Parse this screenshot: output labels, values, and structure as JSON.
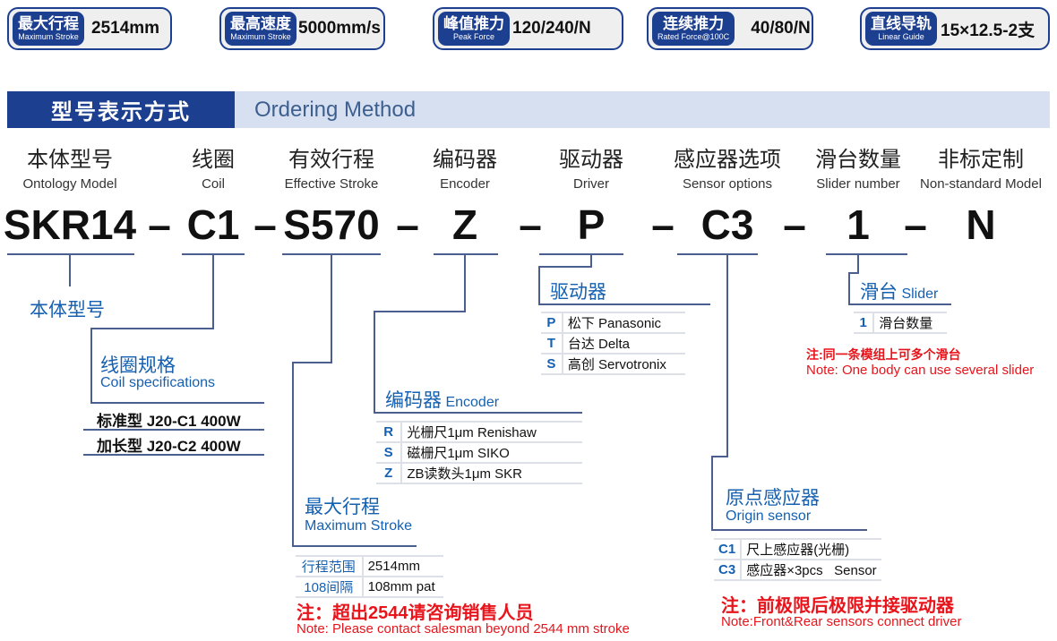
{
  "badges": [
    {
      "cn": "最大行程",
      "en": "Maximum Stroke",
      "value": "2514mm"
    },
    {
      "cn": "最高速度",
      "en": "Maximum Stroke",
      "value": "5000mm/s"
    },
    {
      "cn": "峰值推力",
      "en": "Peak Force",
      "value": "120/240/N"
    },
    {
      "cn": "连续推力",
      "en": "Rated Force@100C",
      "value": "40/80/N"
    },
    {
      "cn": "直线导轨",
      "en": "Linear Guide",
      "value": "15×12.5-2支"
    }
  ],
  "header": {
    "cn": "型号表示方式",
    "en": "Ordering Method"
  },
  "columns": [
    {
      "cn": "本体型号",
      "en": "Ontology Model"
    },
    {
      "cn": "线圈",
      "en": "Coil"
    },
    {
      "cn": "有效行程",
      "en": "Effective Stroke"
    },
    {
      "cn": "编码器",
      "en": "Encoder"
    },
    {
      "cn": "驱动器",
      "en": "Driver"
    },
    {
      "cn": "感应器选项",
      "en": "Sensor options"
    },
    {
      "cn": "滑台数量",
      "en": "Slider number"
    },
    {
      "cn": "非标定制",
      "en": "Non-standard Model"
    }
  ],
  "code": {
    "parts": [
      "SKR14",
      "C1",
      "S570",
      "Z",
      "P",
      "C3",
      "1",
      "N"
    ],
    "sep": "–"
  },
  "body": {
    "label": "本体型号"
  },
  "coil": {
    "cn": "线圈规格",
    "en": "Coil specifications",
    "rows": [
      "标准型 J20-C1 400W",
      "加长型 J20-C2 400W"
    ]
  },
  "stroke": {
    "cn": "最大行程",
    "en": "Maximum Stroke",
    "rows": [
      {
        "k": "行程范围",
        "v": "2514mm"
      },
      {
        "k": "108间隔",
        "v": "108mm pat"
      }
    ],
    "note_cn": "注：超出2544请咨询销售人员",
    "note_en": "Note: Please contact salesman beyond 2544 mm stroke"
  },
  "encoder": {
    "cn": "编码器",
    "en": "Encoder",
    "rows": [
      {
        "k": "R",
        "v": "光栅尺1μm Renishaw"
      },
      {
        "k": "S",
        "v": "磁栅尺1μm SIKO"
      },
      {
        "k": "Z",
        "v": "ZB读数头1μm SKR"
      }
    ]
  },
  "driver": {
    "cn": "驱动器",
    "rows": [
      {
        "k": "P",
        "v": "松下 Panasonic"
      },
      {
        "k": "T",
        "v": "台达 Delta"
      },
      {
        "k": "S",
        "v": "高创 Servotronix"
      }
    ]
  },
  "sensor": {
    "cn": "原点感应器",
    "en": "Origin sensor",
    "rows": [
      {
        "k": "C1",
        "v": "尺上感应器(光栅)"
      },
      {
        "k": "C3",
        "v": "感应器×3pcs   Sensor"
      }
    ],
    "note_cn": "注：前极限后极限并接驱动器",
    "note_en": "Note:Front&Rear sensors connect driver"
  },
  "slider": {
    "cn": "滑台",
    "en": "Slider",
    "rows": [
      {
        "k": "1",
        "v": "滑台数量"
      }
    ],
    "note_cn": "注:同一条模组上可多个滑台",
    "note_en": "Note: One body can use several slider"
  }
}
